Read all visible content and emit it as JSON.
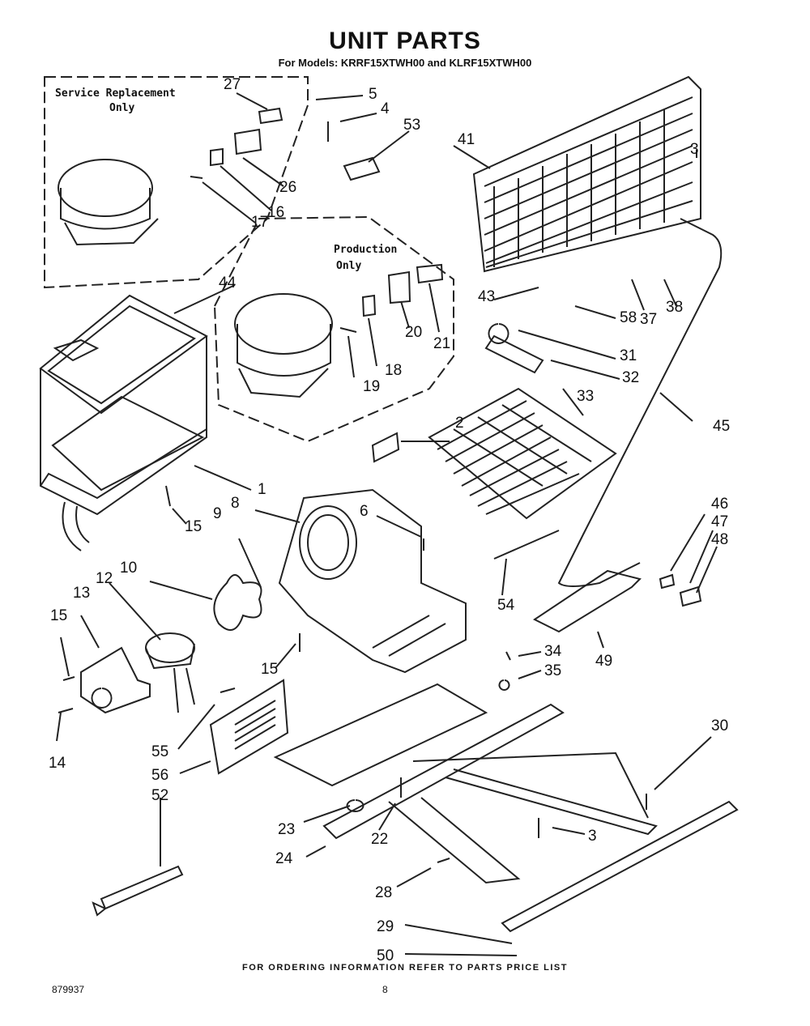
{
  "page": {
    "title": "UNIT PARTS",
    "subtitle": "For Models: KRRF15XTWH00 and KLRF15XTWH00",
    "service_label_1": "Service Replacement",
    "service_label_2": "Only",
    "production_label_1": "Production",
    "production_label_2": "Only",
    "footer": "FOR ORDERING INFORMATION REFER TO PARTS PRICE LIST",
    "doc_number": "879937",
    "page_number": "8"
  },
  "callouts": [
    {
      "id": "27"
    },
    {
      "id": "5"
    },
    {
      "id": "4"
    },
    {
      "id": "53"
    },
    {
      "id": "41"
    },
    {
      "id": "3"
    },
    {
      "id": "26"
    },
    {
      "id": "16"
    },
    {
      "id": "17"
    },
    {
      "id": "44"
    },
    {
      "id": "43"
    },
    {
      "id": "58"
    },
    {
      "id": "37"
    },
    {
      "id": "38"
    },
    {
      "id": "31"
    },
    {
      "id": "32"
    },
    {
      "id": "19"
    },
    {
      "id": "18"
    },
    {
      "id": "20"
    },
    {
      "id": "21"
    },
    {
      "id": "33"
    },
    {
      "id": "45"
    },
    {
      "id": "2"
    },
    {
      "id": "1"
    },
    {
      "id": "15"
    },
    {
      "id": "8"
    },
    {
      "id": "6"
    },
    {
      "id": "9"
    },
    {
      "id": "10"
    },
    {
      "id": "12"
    },
    {
      "id": "13"
    },
    {
      "id": "15"
    },
    {
      "id": "46"
    },
    {
      "id": "47"
    },
    {
      "id": "48"
    },
    {
      "id": "54"
    },
    {
      "id": "49"
    },
    {
      "id": "34"
    },
    {
      "id": "35"
    },
    {
      "id": "15"
    },
    {
      "id": "14"
    },
    {
      "id": "55"
    },
    {
      "id": "56"
    },
    {
      "id": "52"
    },
    {
      "id": "30"
    },
    {
      "id": "23"
    },
    {
      "id": "22"
    },
    {
      "id": "24"
    },
    {
      "id": "3"
    },
    {
      "id": "28"
    },
    {
      "id": "29"
    },
    {
      "id": "50"
    }
  ]
}
